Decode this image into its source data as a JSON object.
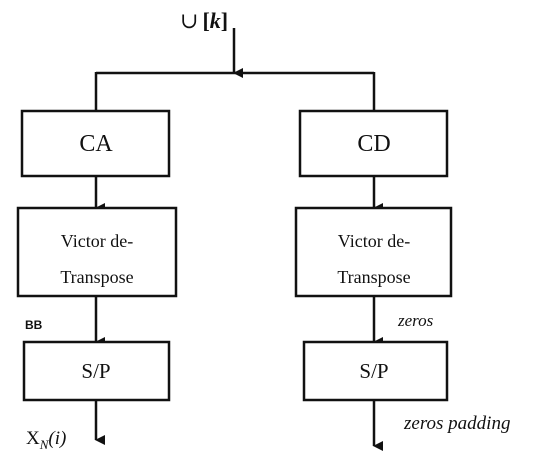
{
  "input_label": {
    "union_symbol": "∪",
    "bracket_open": "[",
    "k_var": "k",
    "bracket_close": "]"
  },
  "left_branch": {
    "ca_label": "CA",
    "transpose_line1": "Victor de-",
    "transpose_line2": "Transpose",
    "bb_label": "BB",
    "sp_label": "S/P",
    "output_main": "X",
    "output_sub": "N",
    "output_arg": "(i)"
  },
  "right_branch": {
    "cd_label": "CD",
    "transpose_line1": "Victor de-",
    "transpose_line2": "Transpose",
    "zeros_label": "zeros",
    "sp_label": "S/P",
    "output_label": "zeros padding"
  }
}
